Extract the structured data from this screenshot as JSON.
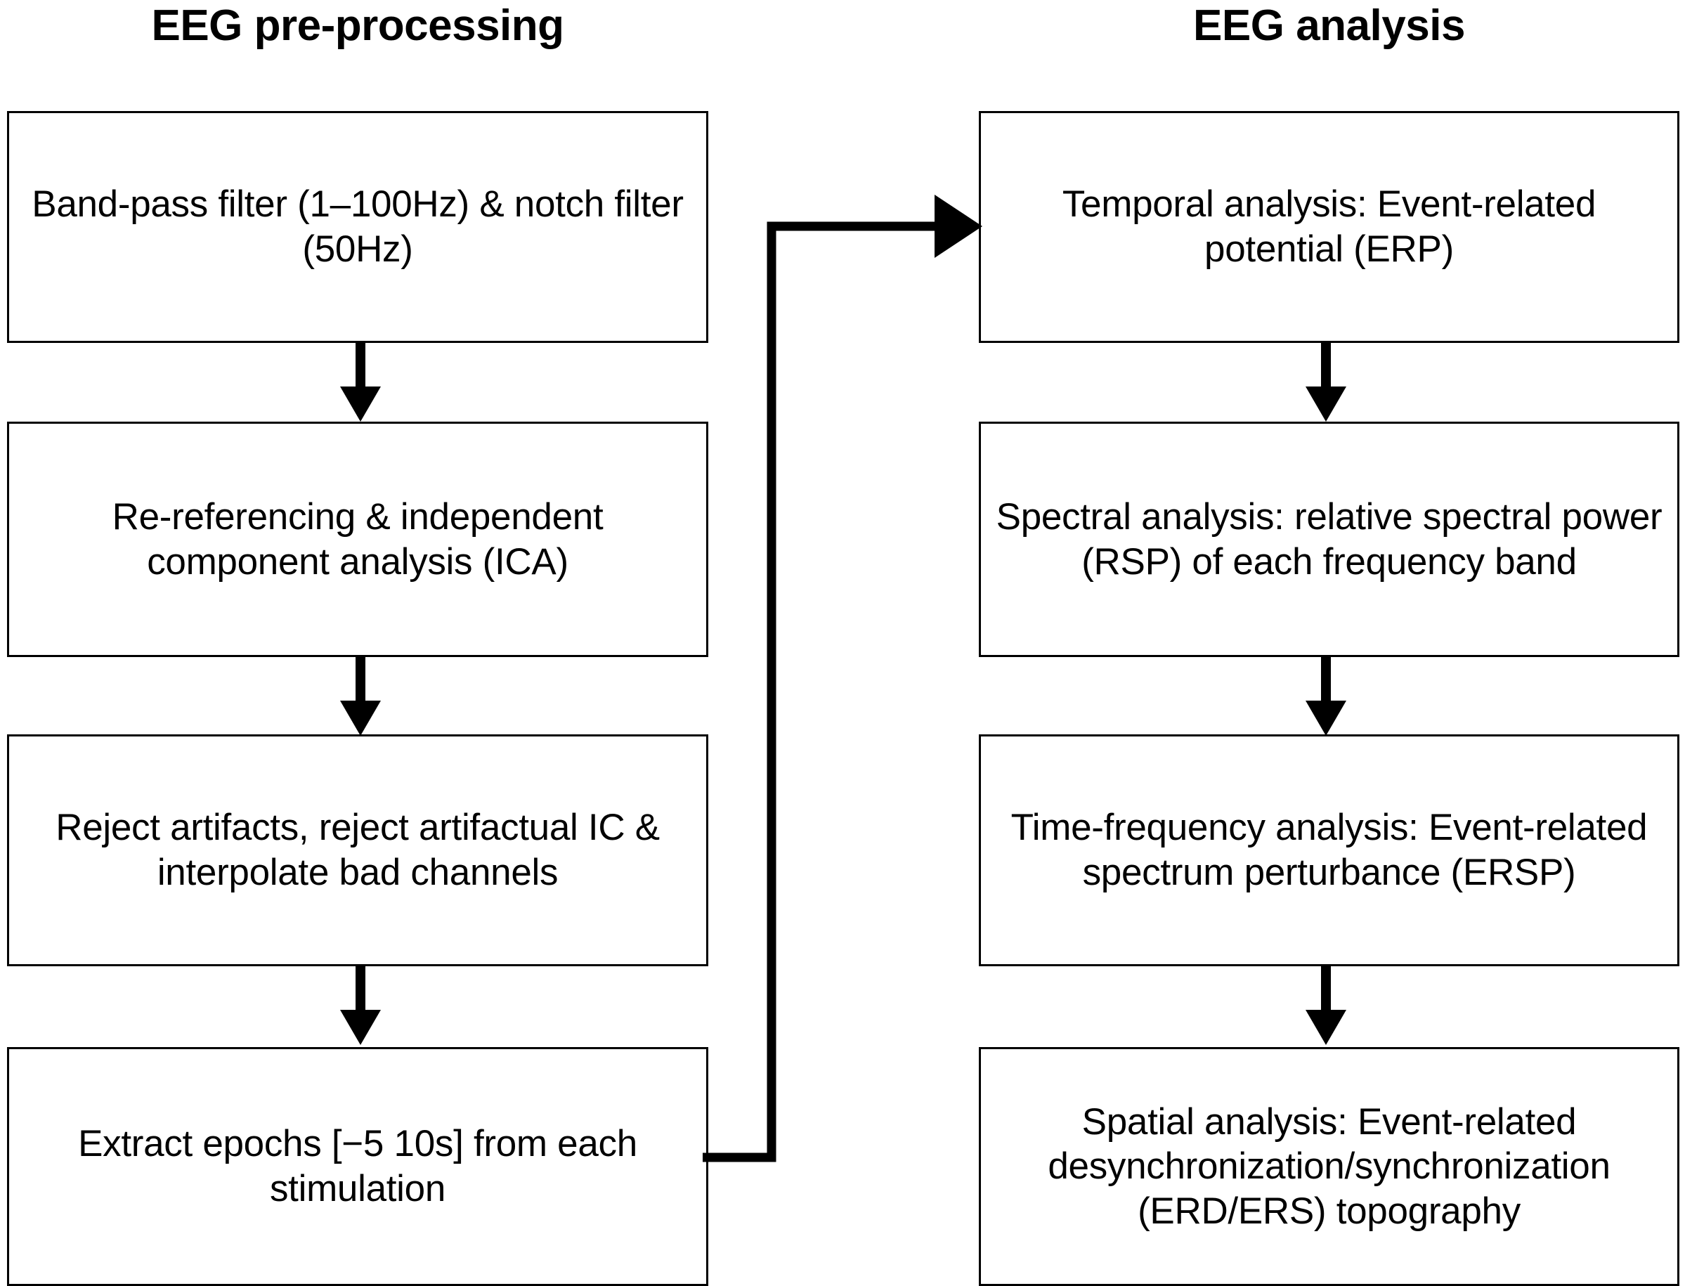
{
  "diagram": {
    "title_left": "EEG pre-processing",
    "title_right": "EEG analysis",
    "columns": [
      {
        "id": "eeg-pre-processing",
        "heading": "EEG pre-processing",
        "steps": [
          "Band-pass filter (1–100Hz) & notch filter (50Hz)",
          "Re-referencing & independent component analysis (ICA)",
          "Reject artifacts, reject artifactual IC & interpolate bad channels",
          "Extract epochs [−5 10s] from each stimulation"
        ]
      },
      {
        "id": "eeg-analysis",
        "heading": "EEG analysis",
        "steps": [
          "Temporal analysis: Event-related potential (ERP)",
          "Spectral analysis: relative spectral power (RSP) of each frequency band",
          "Time-frequency analysis: Event-related spectrum perturbance (ERSP)",
          "Spatial analysis: Event-related desynchronization/synchronization (ERD/ERS) topography"
        ]
      }
    ],
    "connectors": {
      "left_down_1": "arrow-down",
      "left_down_2": "arrow-down",
      "left_down_3": "arrow-down",
      "right_down_1": "arrow-down",
      "right_down_2": "arrow-down",
      "right_down_3": "arrow-down",
      "cross_column": "arrow-right"
    },
    "colors": {
      "stroke": "#000000",
      "fill": "#ffffff",
      "text": "#000000"
    }
  }
}
